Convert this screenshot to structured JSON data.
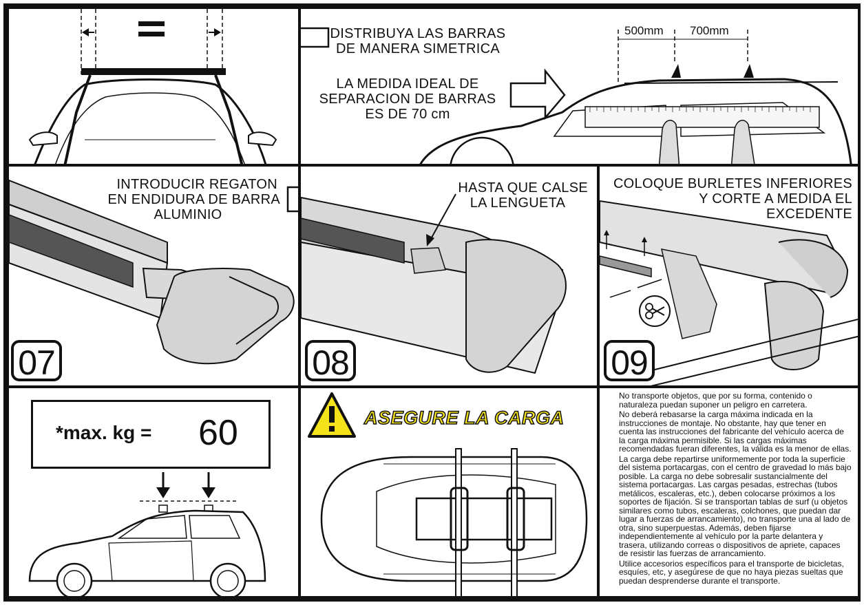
{
  "panels": {
    "p1": {
      "symbol": "="
    },
    "p2": {
      "caption_1_line1": "DISTRIBUYA LAS BARRAS",
      "caption_1_line2": "DE MANERA SIMETRICA",
      "caption_2_line1": "LA MEDIDA IDEAL DE",
      "caption_2_line2": "SEPARACION DE BARRAS",
      "caption_2_line3": "ES DE 70 cm",
      "dim_left": "500mm",
      "dim_right": "700mm"
    },
    "p3": {
      "line1": "INTRODUCIR REGATON",
      "line2": "EN ENDIDURA DE BARRA",
      "line3": "ALUMINIO",
      "step": "07"
    },
    "p4": {
      "line1": "HASTA QUE CALSE",
      "line2": "LA LENGUETA",
      "step": "08"
    },
    "p5": {
      "line1": "COLOQUE BURLETES INFERIORES",
      "line2": "Y CORTE A MEDIDA EL",
      "line3": "EXCEDENTE",
      "step": "09"
    },
    "p6": {
      "label": "*max. kg =",
      "value": "60"
    },
    "p7": {
      "title": "ASEGURE LA CARGA"
    },
    "p8": {
      "paragraphs": [
        "No transporte objetos, que por su forma, contenido o naturaleza puedan suponer un peligro en carretera.",
        "No deberá rebasarse la carga máxima indicada en la instrucciones de montaje. No obstante, hay que tener en cuenta las instrucciones del fabricante del vehículo acerca de la carga máxima permisible. Si las cargas máximas recomendadas fueran diferentes, la válida es la menor de ellas.",
        "La carga debe repartirse uniformemente por toda la superficie del sistema portacargas, con el centro de gravedad lo más bajo posible. La carga no debe sobresalir sustancialmente del sistema portacargas. Las cargas pesadas, estrechas (tubos metálicos, escaleras, etc.), deben colocarse próximos a los soportes de fijación. Si se transportan tablas de surf (u objetos similares como tubos, escaleras, colchones, que puedan dar lugar a fuerzas de arrancamiento), no transporte una al lado de otra, sino superpuestas. Además, deben fijarse independientemente al vehículo por la parte delantera y trasera, utilizando correas o dispositivos de apriete, capaces de resistir las fuerzas de arrancamiento.",
        "Utilice accesorios específicos para el transporte de bicicletas, esquíes, etc, y asegúrese de que no haya piezas sueltas que puedan desprenderse durante el transporte."
      ]
    }
  },
  "colors": {
    "warning_yellow": "#f4e21a",
    "line": "#111111"
  },
  "icons": [
    "arrow-left-icon",
    "arrow-right-icon",
    "scissors-icon",
    "warning-icon",
    "down-arrow-icon"
  ]
}
